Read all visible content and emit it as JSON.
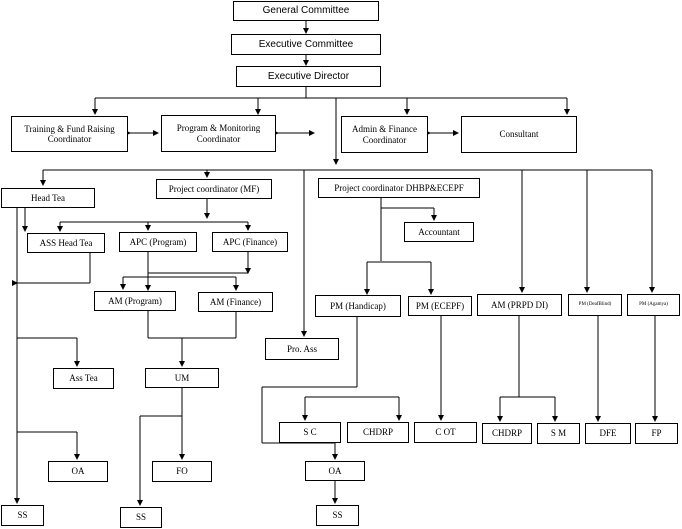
{
  "nodes": {
    "general_committee": "General Committee",
    "executive_committee": "Executive Committee",
    "executive_director": "Executive Director",
    "training_fund": "Training & Fund Raising Coordinator",
    "program_monitoring": "Program & Monitoring Coordinator",
    "admin_finance": "Admin & Finance Coordinator",
    "consultant": "Consultant",
    "head_tea": "Head Tea",
    "project_coord_mf": "Project coordinator (MF)",
    "project_coord_dhbp": "Project coordinator DHBP&ECEPF",
    "ass_head_tea": "ASS Head Tea",
    "apc_program": "APC (Program)",
    "apc_finance": "APC (Finance)",
    "accountant": "Accountant",
    "am_program": "AM (Program)",
    "am_finance": "AM (Finance)",
    "pm_handicap": "PM (Handicap)",
    "pm_ecepf": "PM (ECEPF)",
    "am_prpddi": "AM (PRPD DI)",
    "pm_deafblind": "PM (DeafBlind)",
    "pm_agamya": "PM (Agamya)",
    "pro_ass": "Pro. Ass",
    "ass_tea": "Ass Tea",
    "um": "UM",
    "sc": "S C",
    "chdrp_1": "CHDRP",
    "cot": "C OT",
    "chdrp_2": "CHDRP",
    "sm": "S M",
    "dfe": "DFE",
    "fp": "FP",
    "oa_1": "OA",
    "fo": "FO",
    "oa_2": "OA",
    "ss_1": "SS",
    "ss_2": "SS",
    "ss_3": "SS"
  }
}
